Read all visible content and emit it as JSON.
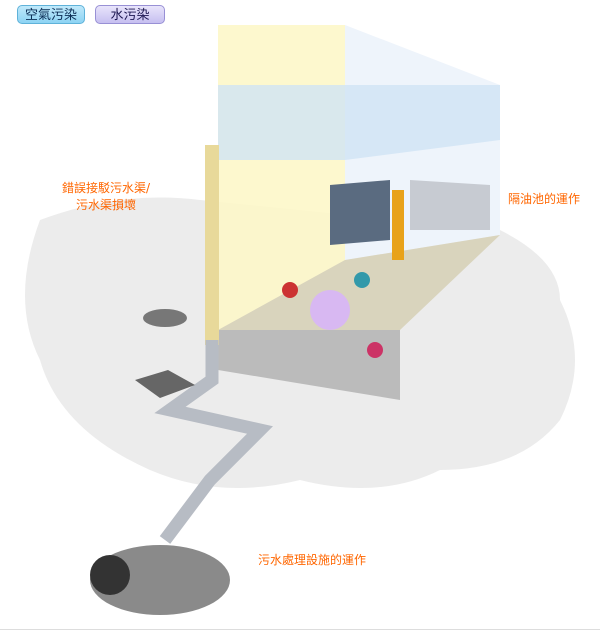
{
  "tabs": [
    {
      "label": "空氣污染"
    },
    {
      "label": "水污染"
    }
  ],
  "labels": {
    "misconnection": [
      "錯誤接駁污水渠/",
      "污水渠損壞"
    ],
    "grease_trap": "隔油池的運作",
    "treatment": "污水處理設施的運作"
  }
}
